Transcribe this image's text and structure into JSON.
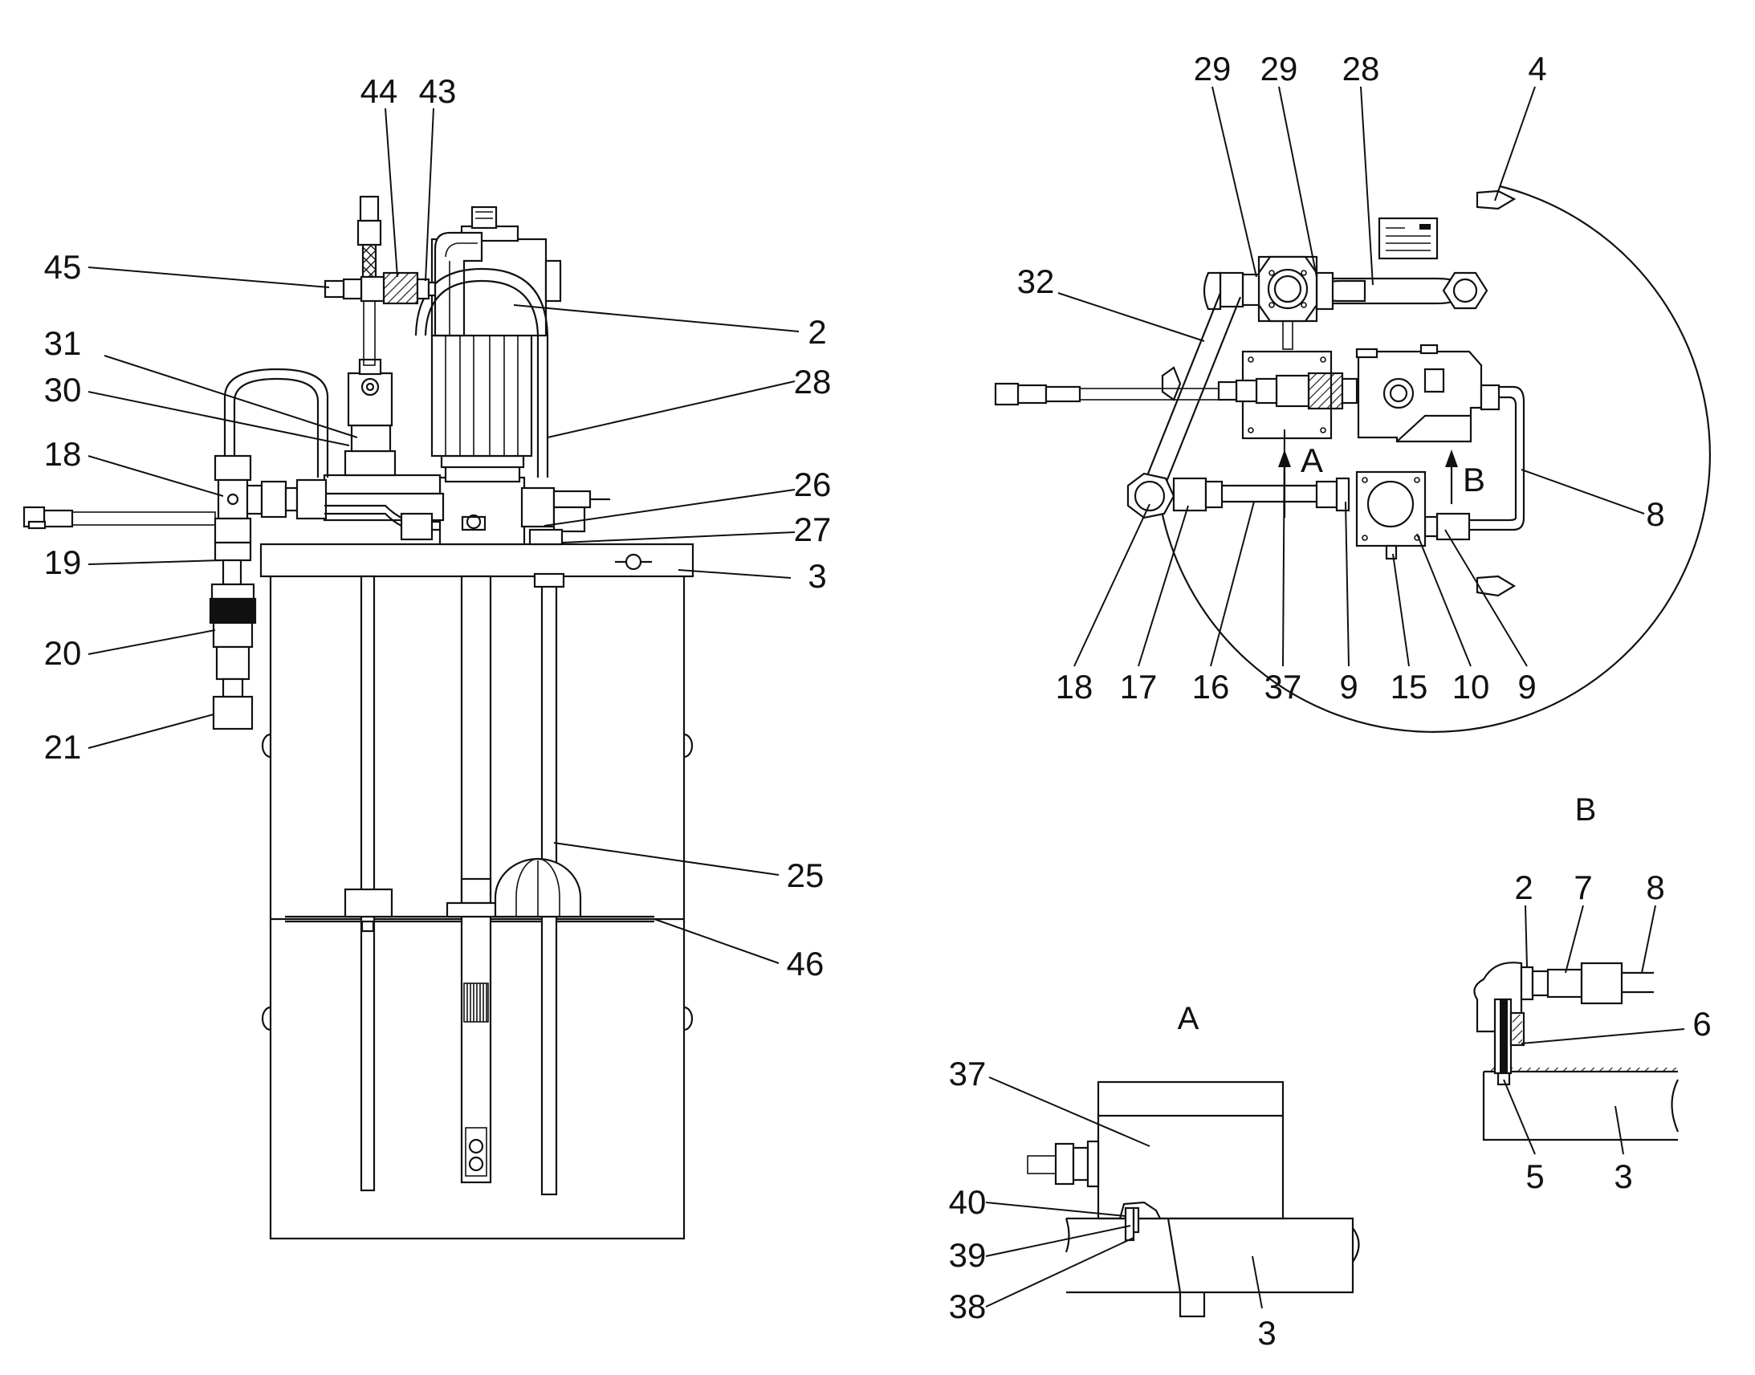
{
  "views": {
    "side": {
      "title": ""
    },
    "top": {
      "title": ""
    },
    "detail_a": {
      "title": "A"
    },
    "detail_b": {
      "title": "B"
    }
  },
  "view_markers": {
    "a": "A",
    "b": "B"
  },
  "callouts": {
    "side": [
      "44",
      "43",
      "45",
      "2",
      "31",
      "30",
      "28",
      "18",
      "26",
      "27",
      "19",
      "3",
      "20",
      "21",
      "25",
      "46"
    ],
    "top": [
      "29",
      "29",
      "28",
      "4",
      "32",
      "8",
      "18",
      "17",
      "16",
      "37",
      "9",
      "15",
      "10",
      "9"
    ],
    "detail_a": [
      "37",
      "40",
      "39",
      "38",
      "3"
    ],
    "detail_b": [
      "2",
      "7",
      "8",
      "6",
      "5",
      "3"
    ]
  },
  "colors": {
    "line": "#111111",
    "background": "#ffffff"
  }
}
